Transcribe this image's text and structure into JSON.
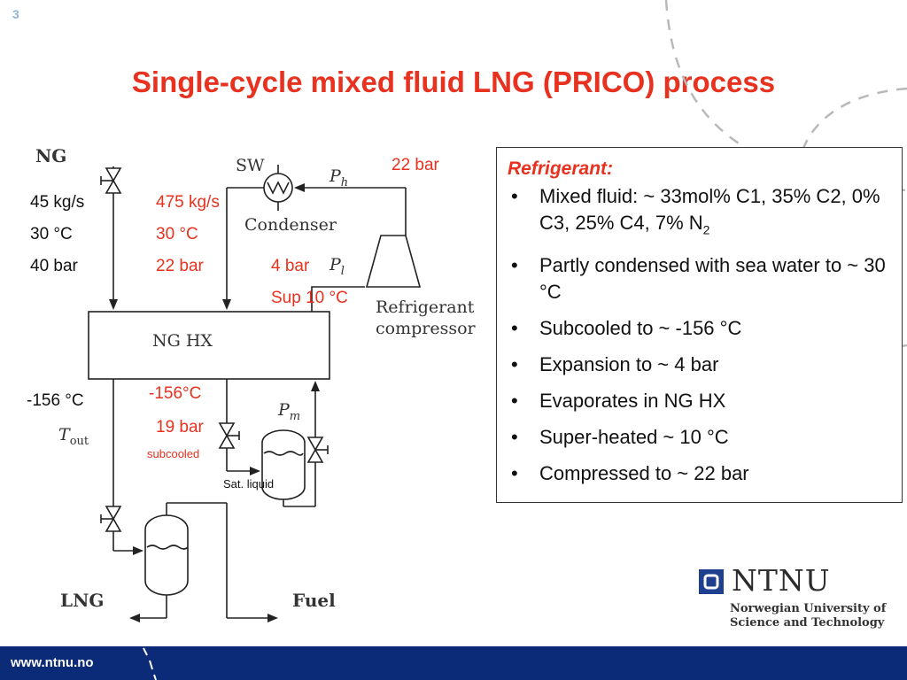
{
  "slide_number": "3",
  "title": "Single-cycle mixed fluid LNG (PRICO) process",
  "diagram": {
    "labels": {
      "ng": "NG",
      "sw": "SW",
      "ph": "P",
      "ph_sub": "h",
      "condenser": "Condenser",
      "pl": "P",
      "pl_sub": "l",
      "refrigerant_compressor_1": "Refrigerant",
      "refrigerant_compressor_2": "compressor",
      "ng_hx": "NG HX",
      "pm": "P",
      "pm_sub": "m",
      "tout": "T",
      "tout_sub": "out",
      "lng": "LNG",
      "fuel": "Fuel"
    },
    "ng_feed": {
      "flow": "45 kg/s",
      "temp": "30 °C",
      "pressure": "40 bar"
    },
    "refrigerant_hp": {
      "flow": "475 kg/s",
      "temp": "30 °C",
      "pressure": "22 bar"
    },
    "compressor_out": "22 bar",
    "low_pressure": {
      "pressure": "4 bar",
      "superheat": "Sup 10 °C"
    },
    "ng_out_temp": "-156 °C",
    "subcooled": {
      "temp": "-156°C",
      "pressure": "19 bar",
      "note": "subcooled"
    },
    "sat_liquid": "Sat. liquid"
  },
  "refrigerant_box": {
    "heading": "Refrigerant:",
    "bullet_symbol": "•",
    "items": [
      {
        "text": "Mixed fluid: ~ 33mol% C1, 35% C2, 0% C3, 25% C4, 7% N",
        "sub": "2"
      },
      {
        "text": "Partly condensed with sea water to ~ 30 °C"
      },
      {
        "text": "Subcooled to ~ -156 °C"
      },
      {
        "text": "Expansion to ~ 4 bar"
      },
      {
        "text": "Evaporates in NG HX"
      },
      {
        "text": "Super-heated ~ 10 °C"
      },
      {
        "text": "Compressed to ~ 22 bar"
      }
    ]
  },
  "logo": {
    "name": "NTNU",
    "subtitle_line1": "Norwegian University of",
    "subtitle_line2": "Science and Technology"
  },
  "footer": {
    "url": "www.ntnu.no"
  },
  "colors": {
    "accent": "#e8311f",
    "footer": "#0b2a78",
    "slide_number": "#8fb4d8"
  }
}
